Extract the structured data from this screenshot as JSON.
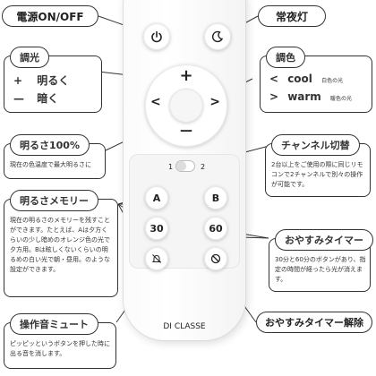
{
  "callouts": {
    "power": "電源ON/OFF",
    "night_light": "常夜灯",
    "dimming": {
      "title": "調光",
      "brighten_symbol": "+",
      "brighten_text": "明るく",
      "dim_symbol": "—",
      "dim_text": "暗く"
    },
    "color": {
      "title": "調色",
      "cool_arrow": "<",
      "cool_label": "cool",
      "cool_note": "白色の光",
      "warm_arrow": ">",
      "warm_label": "warm",
      "warm_note": "暖色の光"
    },
    "brightness100": {
      "title": "明るさ100%",
      "desc": "現在の色温度で最大明るさに"
    },
    "channel": {
      "title": "チャンネル切替",
      "desc": "2台以上をご使用の際に同じリモコンで2チャンネルで別々の操作が可能です。"
    },
    "memory": {
      "title": "明るさメモリー",
      "desc": "現在の明るさのメモリーを残すことができます。たとえば、Aは夕方くらいの少し暗めのオレンジ色の光で夕方用。Bは眩しくないくらいの明るめの白い光で朝・昼用。のような設定ができます。"
    },
    "sleep_timer": {
      "title": "おやすみタイマー",
      "desc": "30分と60分のボタンがあり、指定の時間が経ったら光が消えます。"
    },
    "sleep_cancel": "おやすみタイマー解除",
    "mute": {
      "title": "操作音ミュート",
      "desc": "ピッピッというボタンを押した時に出る音を消します。"
    }
  },
  "remote": {
    "plus": "+",
    "minus": "—",
    "left": "<",
    "right": ">",
    "channel_1": "1",
    "channel_2": "2",
    "memory_a": "A",
    "memory_b": "B",
    "timer_30": "30",
    "timer_60": "60",
    "brand": "DI CLASSE"
  }
}
